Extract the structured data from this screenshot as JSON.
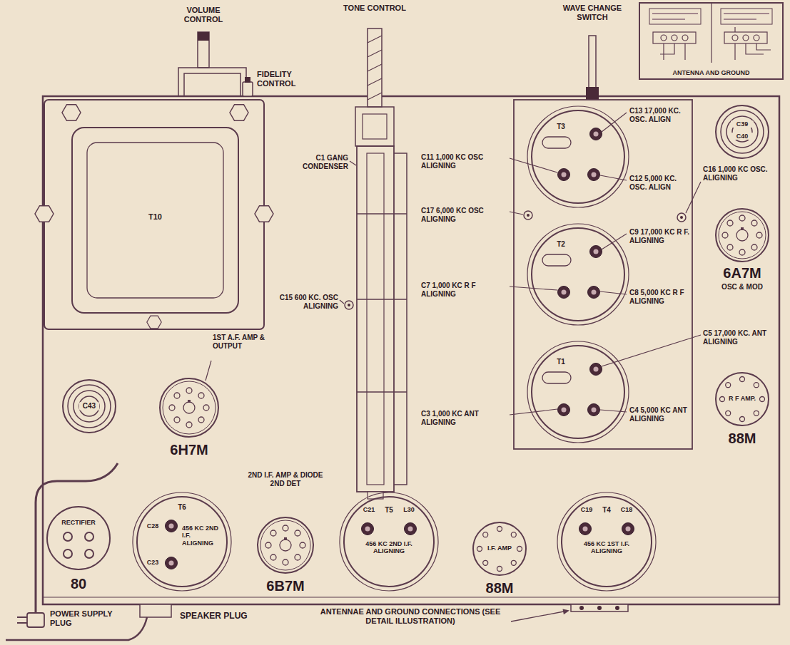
{
  "diagram": {
    "nodes": [
      {
        "text": [
          "T10"
        ]
      },
      {
        "text": [
          "C43"
        ]
      },
      {
        "text": [
          "1ST A.F. AMP & OUTPUT",
          "6H7M"
        ]
      },
      {
        "text": [
          "RECTIFIER",
          "80"
        ]
      },
      {
        "text": [
          "T6",
          "C28",
          "456 KC 2ND I.F. ALIGNING",
          "C23"
        ]
      },
      {
        "text": [
          "2ND I.F. AMP & DIODE 2ND DET",
          "6B7M"
        ]
      },
      {
        "text": [
          "C21",
          "T5",
          "L30",
          "456 KC 2ND I.F. ALIGNING"
        ]
      },
      {
        "text": [
          "I.F. AMP",
          "88M"
        ]
      },
      {
        "text": [
          "C19",
          "T4",
          "C18",
          "456 KC 1ST I.F. ALIGNING"
        ]
      },
      {
        "text": [
          "T3"
        ]
      },
      {
        "text": [
          "T2"
        ]
      },
      {
        "text": [
          "T1"
        ]
      },
      {
        "text": [
          "C39",
          "C40"
        ]
      },
      {
        "text": [
          "6A7M",
          "OSC & MOD"
        ]
      },
      {
        "text": [
          "R F AMP.",
          "88M"
        ]
      },
      {
        "text": [
          "ANTENNA AND GROUND"
        ]
      }
    ],
    "labels": [
      "VOLUME CONTROL",
      "FIDELITY CONTROL",
      "TONE CONTROL",
      "WAVE CHANGE SWITCH",
      "C1 GANG CONDENSER",
      "C15 600 KC. OSC ALIGNING",
      "C11 1,000 KC OSC ALIGNING",
      "C17 6,000 KC OSC ALIGNING",
      "C7 1,000 KC R F ALIGNING",
      "C3 1,000 KC ANT ALIGNING",
      "C13 17,000 KC. OSC. ALIGN",
      "C12 5,000 KC. OSC. ALIGN",
      "C16 1,000 KC OSC. ALIGNING",
      "C9 17,000 KC R F. ALIGNING",
      "C8 5,000 KC R F ALIGNING",
      "C5 17,000 KC. ANT ALIGNING",
      "C4 5,000 KC ANT ALIGNING",
      "POWER SUPPLY PLUG",
      "SPEAKER PLUG",
      "ANTENNAE AND GROUND CONNECTIONS (SEE DETAIL ILLUSTRATION)"
    ]
  }
}
